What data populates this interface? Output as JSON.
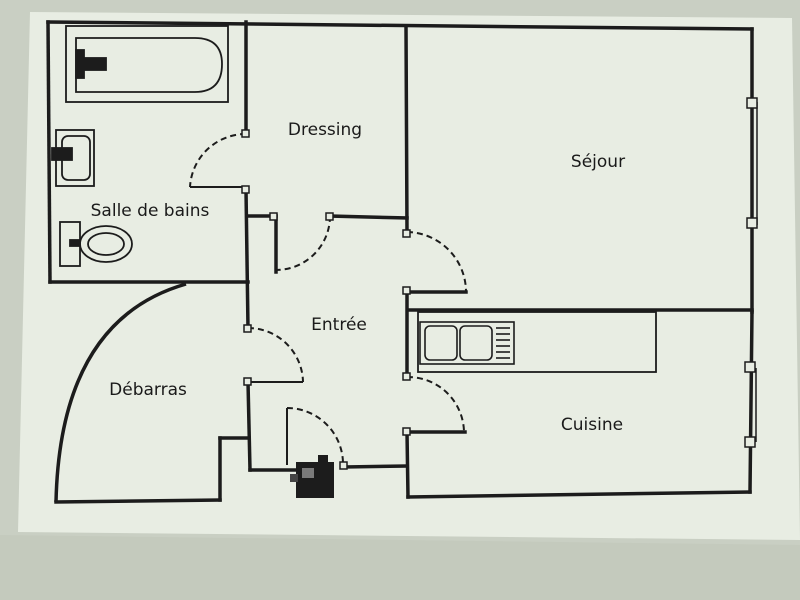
{
  "plan": {
    "rooms": [
      {
        "id": "salle-de-bains",
        "label": "Salle de bains"
      },
      {
        "id": "dressing",
        "label": "Dressing"
      },
      {
        "id": "sejour",
        "label": "Séjour"
      },
      {
        "id": "entree",
        "label": "Entrée"
      },
      {
        "id": "debarras",
        "label": "Débarras"
      },
      {
        "id": "cuisine",
        "label": "Cuisine"
      }
    ],
    "colors": {
      "paper": "#e7ece2",
      "wall": "#1c1c1c",
      "monitor_bezel": "#c9cfc3"
    },
    "fixtures": [
      "bathtub-icon",
      "washbasin-icon",
      "toilet-icon",
      "kitchen-sink-icon",
      "boiler-icon"
    ]
  }
}
